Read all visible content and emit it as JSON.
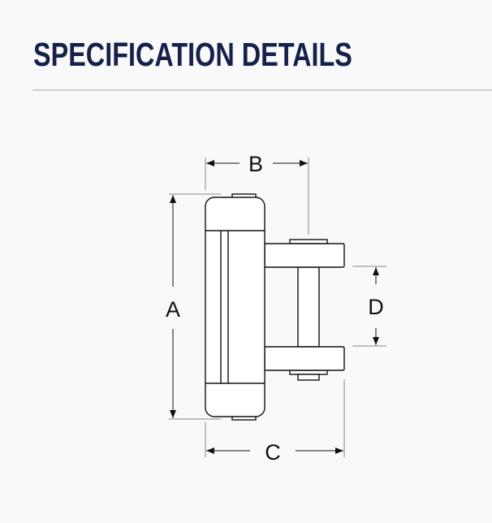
{
  "header": {
    "title": "SPECIFICATION DETAILS"
  },
  "diagram": {
    "dimension_labels": {
      "a": "A",
      "b": "B",
      "c": "C",
      "d": "D"
    }
  },
  "colors": {
    "title": "#15214b",
    "background": "#f9f9f9",
    "divider": "#cfcfcf"
  }
}
